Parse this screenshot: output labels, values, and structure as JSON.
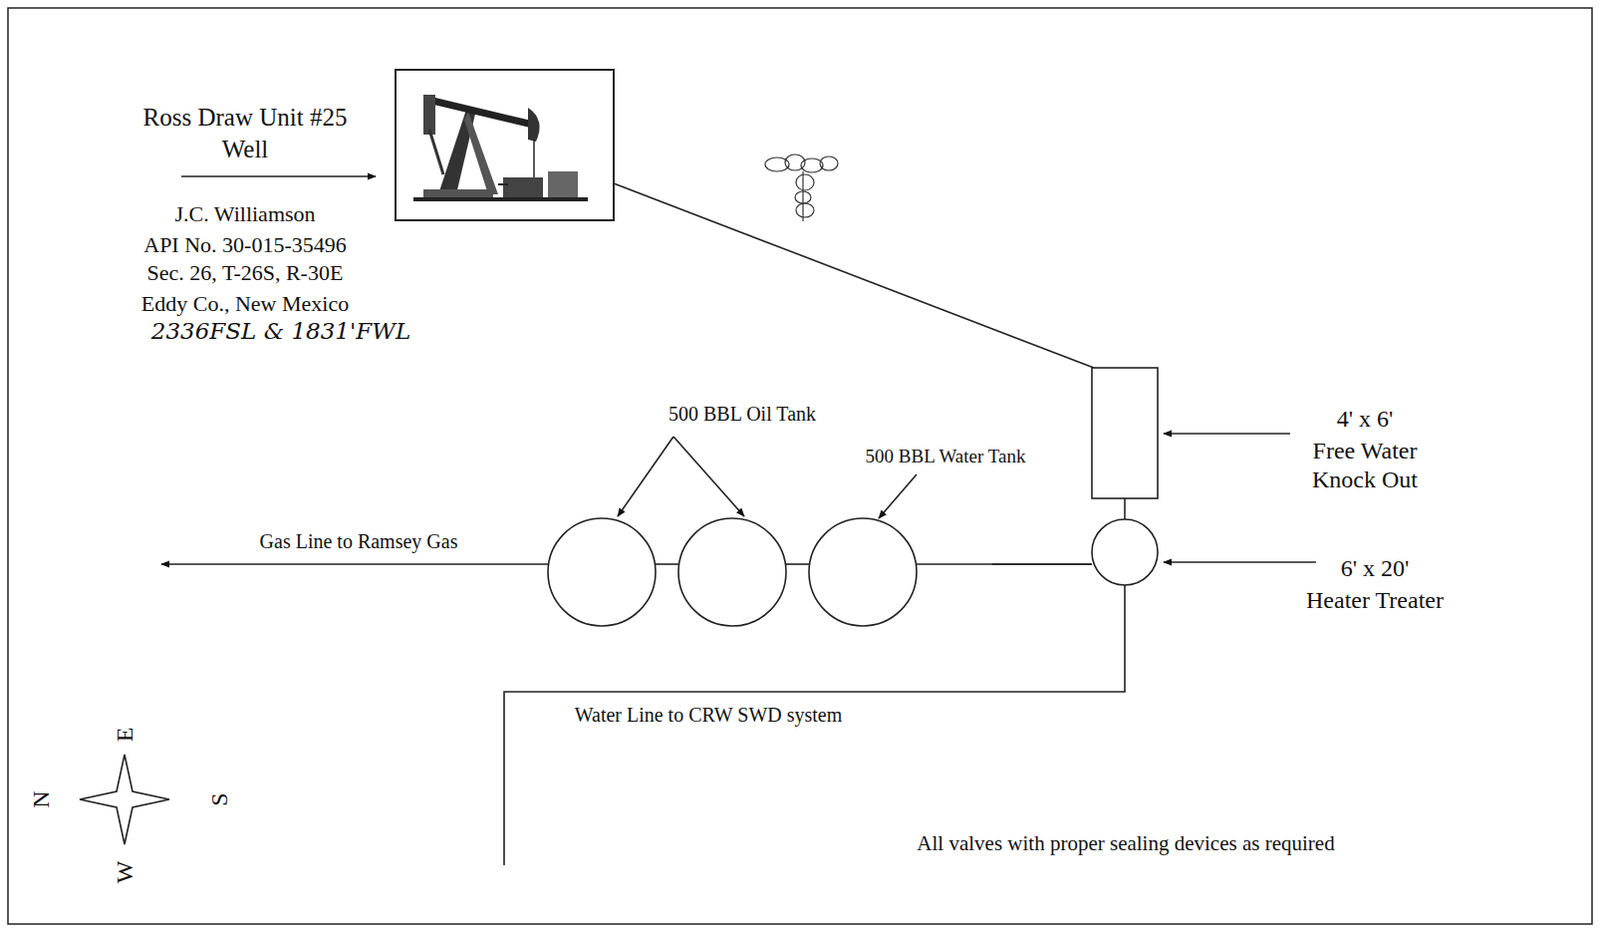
{
  "diagram": {
    "labels": [
      "Ross Draw Unit #25",
      "Well",
      "J.C. Williamson",
      "API No. 30-015-35496",
      "Sec. 26, T-26S, R-30E",
      "Eddy Co., New Mexico",
      "2336FSL & 1831'FWL",
      "500 BBL Oil Tank",
      "500 BBL Water Tank",
      "4' x 6'",
      "Free Water Knock Out",
      "6' x 20'",
      "Heater Treater",
      "Gas Line to Ramsey Gas",
      "Water Line to CRW SWD system",
      "All valves with proper sealing devices as required",
      "N",
      "E",
      "S",
      "W"
    ]
  }
}
